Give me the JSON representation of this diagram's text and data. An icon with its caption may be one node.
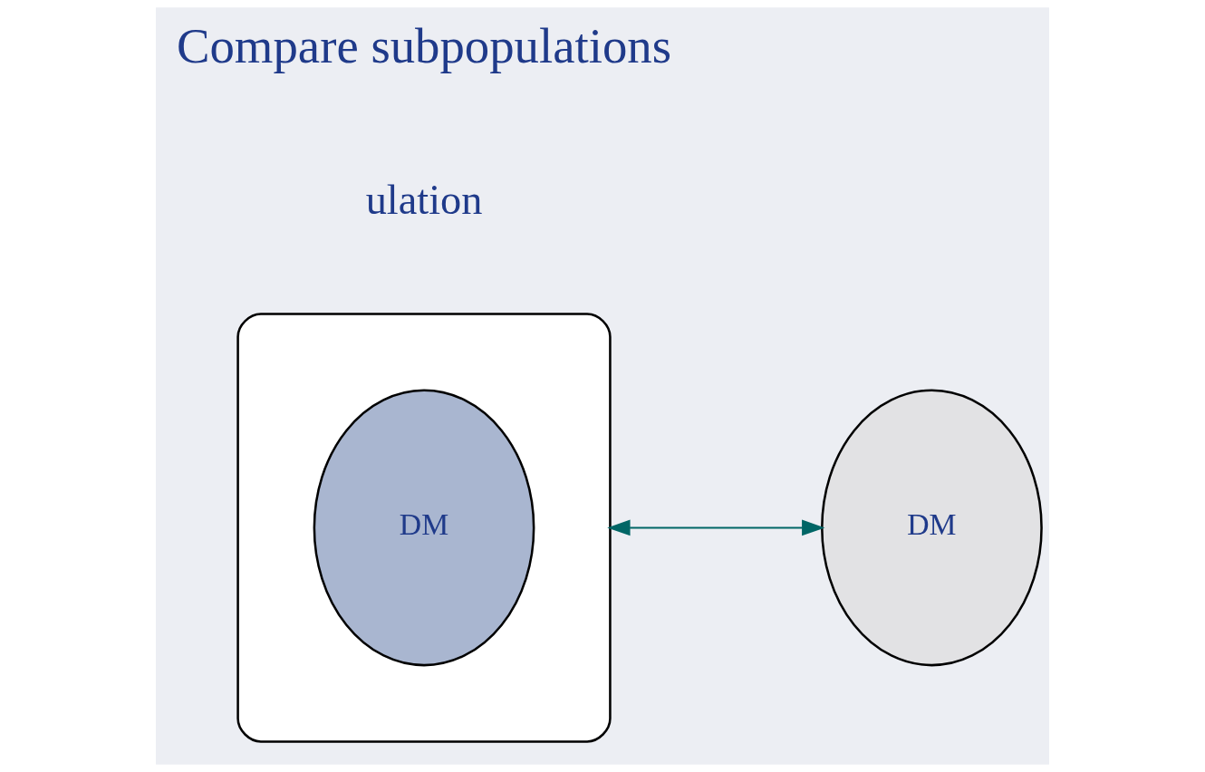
{
  "diagram": {
    "nodes": [
      {
        "text": [],
        "shape": "ellipse"
      },
      {
        "text": [
          "DM"
        ],
        "in": 0
      },
      {
        "text": [
          "DM"
        ]
      }
    ],
    "edges": [
      {
        "from": 0,
        "to": 2,
        "arrow": "both",
        "color": "#006666"
      }
    ],
    "labels": [
      "ulation",
      "Compare subpopulations"
    ]
  }
}
